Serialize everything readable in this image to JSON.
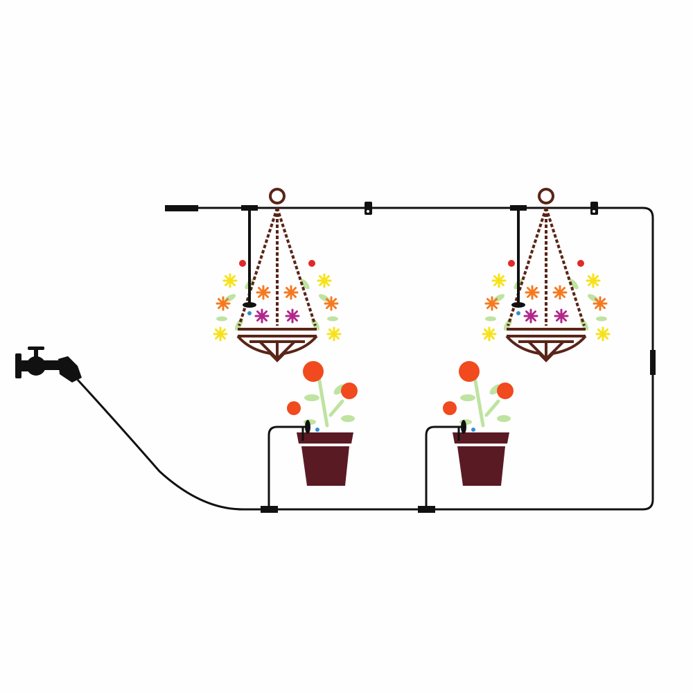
{
  "diagram": {
    "components": [
      "faucet",
      "hose",
      "main-tubing",
      "end-plug",
      "tee-connector",
      "tube-clamp",
      "dripper",
      "hanging-basket",
      "flower-pot"
    ],
    "hanging_baskets": 2,
    "flower_pots": 2
  },
  "colors": {
    "background": "#fefefe",
    "tubing": "#111111",
    "chain": "#5a2418",
    "pot": "#5a1a24",
    "rose": "#f04a1e",
    "leaf": "#bfe3a0",
    "yellow_flower": "#f7e21a",
    "orange_flower": "#f47a20",
    "magenta_flower": "#b0288a",
    "water_drop": "#2a8fd8"
  }
}
